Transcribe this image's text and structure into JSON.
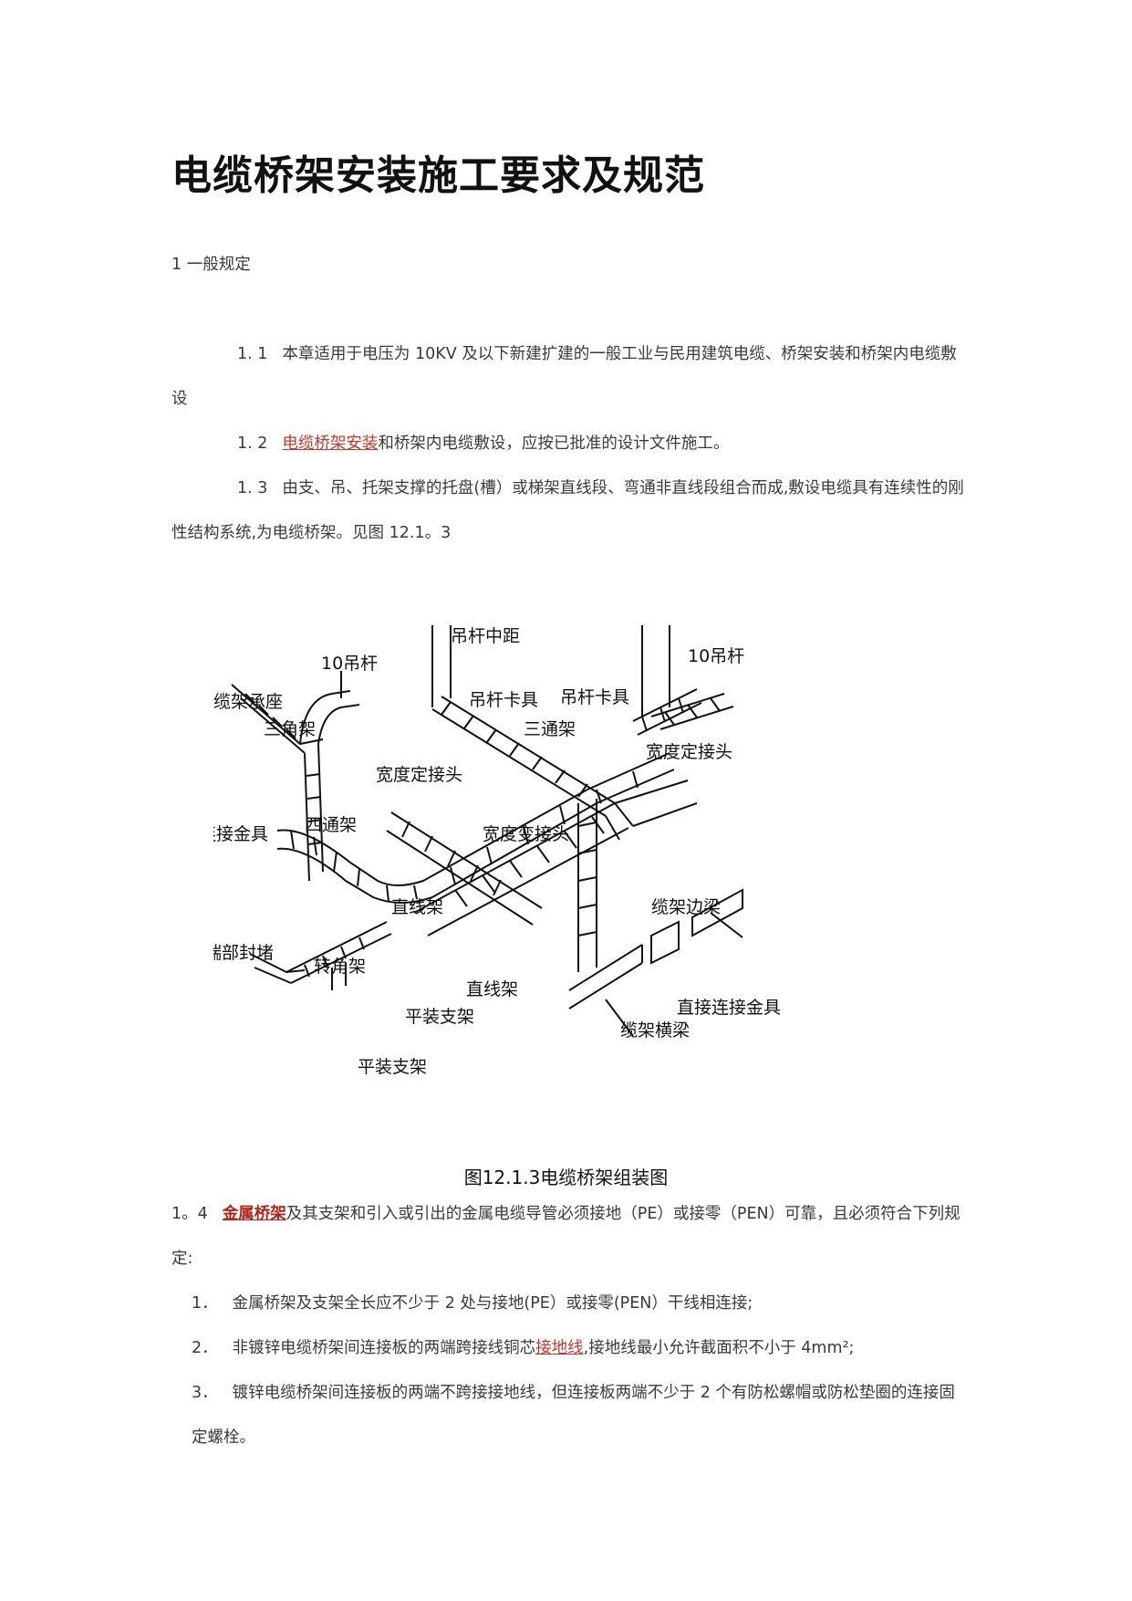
{
  "title": "电缆桥架安装施工要求及规范",
  "section1": "1 一般规定",
  "items": {
    "i11_num": "1. 1",
    "i11_text": "本章适用于电压为 10KV 及以下新建扩建的一般工业与民用建筑电缆、桥架安装和桥架内电缆敷设",
    "i12_num": "1. 2",
    "i12_link": "电缆桥架安装",
    "i12_text": "和桥架内电缆敷设，应按已批准的设计文件施工。",
    "i13_num": "1. 3",
    "i13_text": "由支、吊、托架支撑的托盘(槽）或梯架直线段、弯通非直线段组合而成,敷设电缆具有连续性的刚性结构系统,为电缆桥架。见图 12.1。3",
    "i14_num": "1。4",
    "i14_link": "金属桥架",
    "i14_text": "及其支架和引入或引出的金属电缆导管必须接地（PE）或接零（PEN）可靠，且必须符合下列规定:"
  },
  "figure": {
    "caption": "图12.1.3电缆桥架组装图",
    "labels": {
      "rod_left": "10吊杆",
      "rod_right": "10吊杆",
      "rod_spacing": "吊杆中距",
      "rod_clamp_a": "吊杆卡具",
      "rod_clamp_b": "吊杆卡具",
      "tray_seat": "缆架承座",
      "triangle": "三角架",
      "tee": "三通架",
      "width_joint_a": "宽度定接头",
      "width_joint_b": "宽度定接头",
      "connector": "连接金具",
      "cross": "四通架",
      "width_change": "宽度变接头",
      "straight_a": "直线架",
      "straight_b": "直线架",
      "end_cap": "端部封堵",
      "corner": "转角架",
      "edge_beam": "缆架边梁",
      "flat_a": "平装支架",
      "flat_b": "平装支架",
      "direct_conn": "直接连接金具",
      "cross_beam": "缆架横梁"
    }
  },
  "list": [
    {
      "n": "1．",
      "t": "金属桥架及支架全长应不少于 2 处与接地(PE）或接零(PEN）干线相连接;"
    },
    {
      "n": "2．",
      "pre": "非镀锌电缆桥架间连接板的两端跨接线铜芯",
      "link": "接地线",
      "post": ",接地线最小允许截面积不小于 4mm²;"
    },
    {
      "n": "3．",
      "t": "镀锌电缆桥架间连接板的两端不跨接接地线，但连接板两端不少于 2 个有防松螺帽或防松垫圈的连接固定螺栓。"
    }
  ]
}
